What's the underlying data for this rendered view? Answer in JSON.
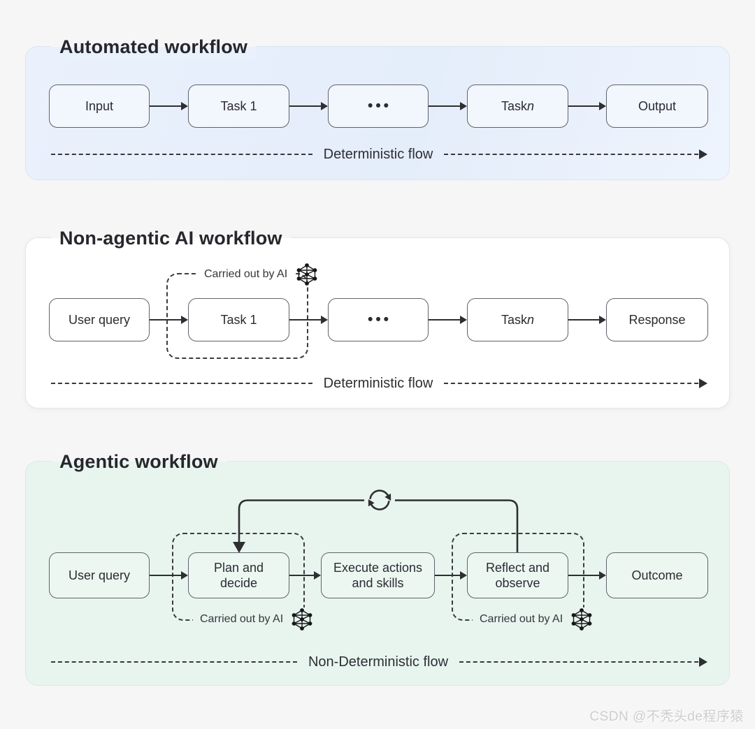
{
  "colors": {
    "page_bg": "#f6f6f7",
    "panel1_bg": "#e9f1fc",
    "panel2_bg": "#ffffff",
    "panel3_bg": "#e8f5ef",
    "box_border": "#5f636a",
    "line": "#2e2e33",
    "title_text": "#26262c"
  },
  "icons": {
    "ai": "neural-network-icon",
    "loop": "refresh-loop-icon"
  },
  "panel1": {
    "title": "Automated workflow",
    "flow_label": "Deterministic flow",
    "nodes": [
      {
        "label": "Input"
      },
      {
        "label": "Task 1"
      },
      {
        "label": "•••"
      },
      {
        "label": "Task ",
        "italic_var": "n"
      },
      {
        "label": "Output"
      }
    ]
  },
  "panel2": {
    "title": "Non-agentic AI workflow",
    "flow_label": "Deterministic flow",
    "ai_box_label": "Carried out by AI",
    "nodes": [
      {
        "label": "User query"
      },
      {
        "label": "Task 1"
      },
      {
        "label": "•••"
      },
      {
        "label": "Task ",
        "italic_var": "n"
      },
      {
        "label": "Response"
      }
    ]
  },
  "panel3": {
    "title": "Agentic workflow",
    "flow_label": "Non-Deterministic flow",
    "ai_box1_label": "Carried out by AI",
    "ai_box2_label": "Carried out by AI",
    "nodes": [
      {
        "label": "User query"
      },
      {
        "label": "Plan and decide"
      },
      {
        "label": "Execute actions and skills"
      },
      {
        "label": "Reflect and observe"
      },
      {
        "label": "Outcome"
      }
    ]
  },
  "watermark": "CSDN @不秃头de程序猿"
}
